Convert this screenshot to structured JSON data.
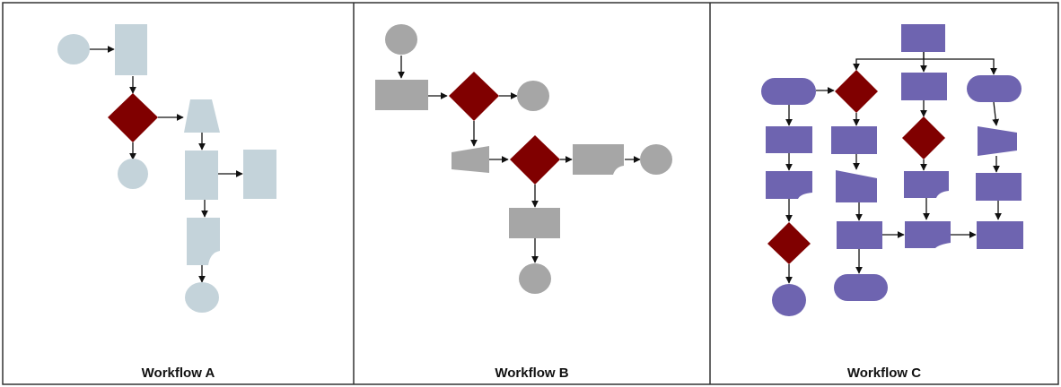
{
  "colors": {
    "workflow_a_shape": "#C4D3DA",
    "workflow_b_shape": "#A6A6A6",
    "workflow_c_shape": "#6E64B0",
    "decision": "#800000",
    "border": "#333333",
    "arrow": "#111111",
    "background": "#FFFFFF"
  },
  "panels": [
    {
      "id": "workflow-a",
      "caption": "Workflow A"
    },
    {
      "id": "workflow-b",
      "caption": "Workflow B"
    },
    {
      "id": "workflow-c",
      "caption": "Workflow C"
    }
  ]
}
